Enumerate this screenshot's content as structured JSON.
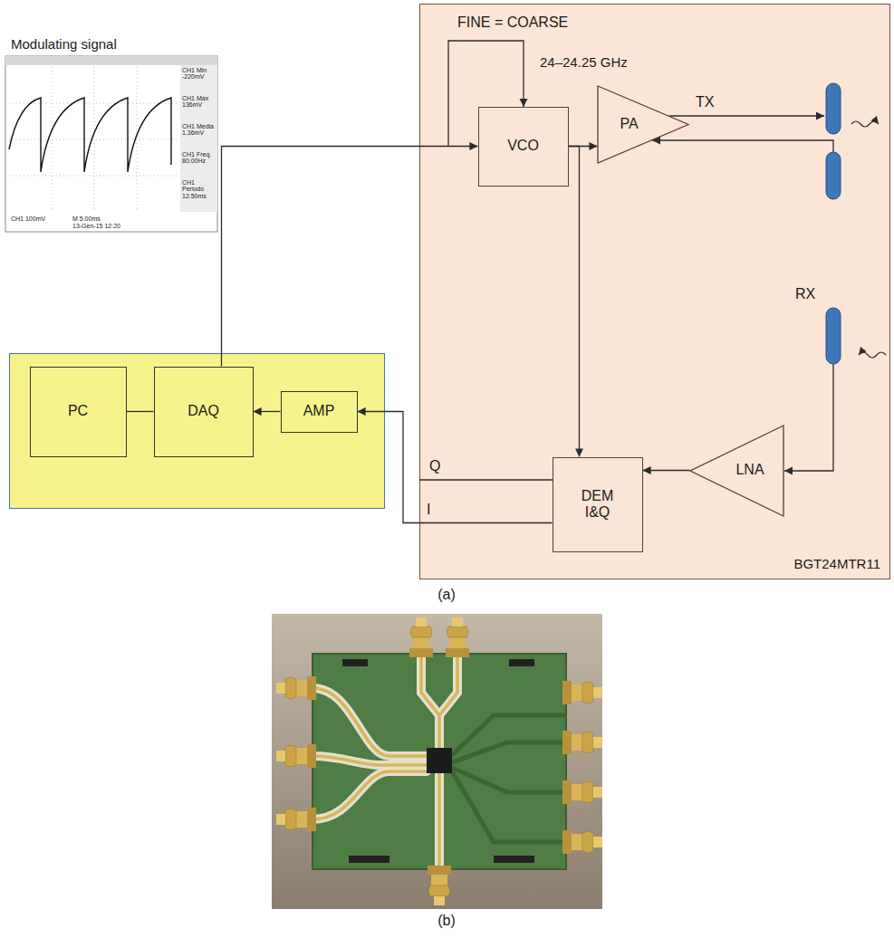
{
  "diagram": {
    "nodes": [
      {
        "text": [
          "BGT24MTR11"
        ]
      },
      {
        "text": [
          "VCO"
        ],
        "in": 0
      },
      {
        "text": [
          "PA"
        ],
        "in": 0
      },
      {
        "text": [
          "DEM I&Q"
        ],
        "in": 0
      },
      {
        "text": [
          "LNA"
        ],
        "in": 0
      },
      {
        "text": []
      },
      {
        "text": [
          "PC"
        ],
        "in": 5
      },
      {
        "text": [
          "DAQ"
        ],
        "in": 5
      },
      {
        "text": [
          "AMP"
        ],
        "in": 5
      }
    ],
    "edges": [
      {
        "from": 1,
        "to": 2,
        "arrow": "to"
      },
      {
        "from": 1,
        "to": 3,
        "arrow": "to"
      },
      {
        "from": 4,
        "to": 3,
        "arrow": "to"
      },
      {
        "from": 3,
        "to": 8,
        "arrow": "to",
        "label": "I"
      },
      {
        "from": 8,
        "to": 7,
        "arrow": "to"
      },
      {
        "from": 6,
        "to": 7,
        "arrow": "none"
      },
      {
        "from": 7,
        "to": 1,
        "arrow": "to"
      }
    ],
    "labels": [
      "Modulating signal",
      "CH1 Min -220mV",
      "CH1 Max 136mV",
      "CH1 Media 1.36mV",
      "CH1 Freq. 80.00Hz",
      "CH1 Periodo 12.50ms",
      "CH1 100mV",
      "M 5.00ms",
      "13-Gen-15 12:20",
      "FINE = COARSE",
      "24–24.25 GHz",
      "TX",
      "RX",
      "Q",
      "(a)",
      "(b)"
    ]
  }
}
